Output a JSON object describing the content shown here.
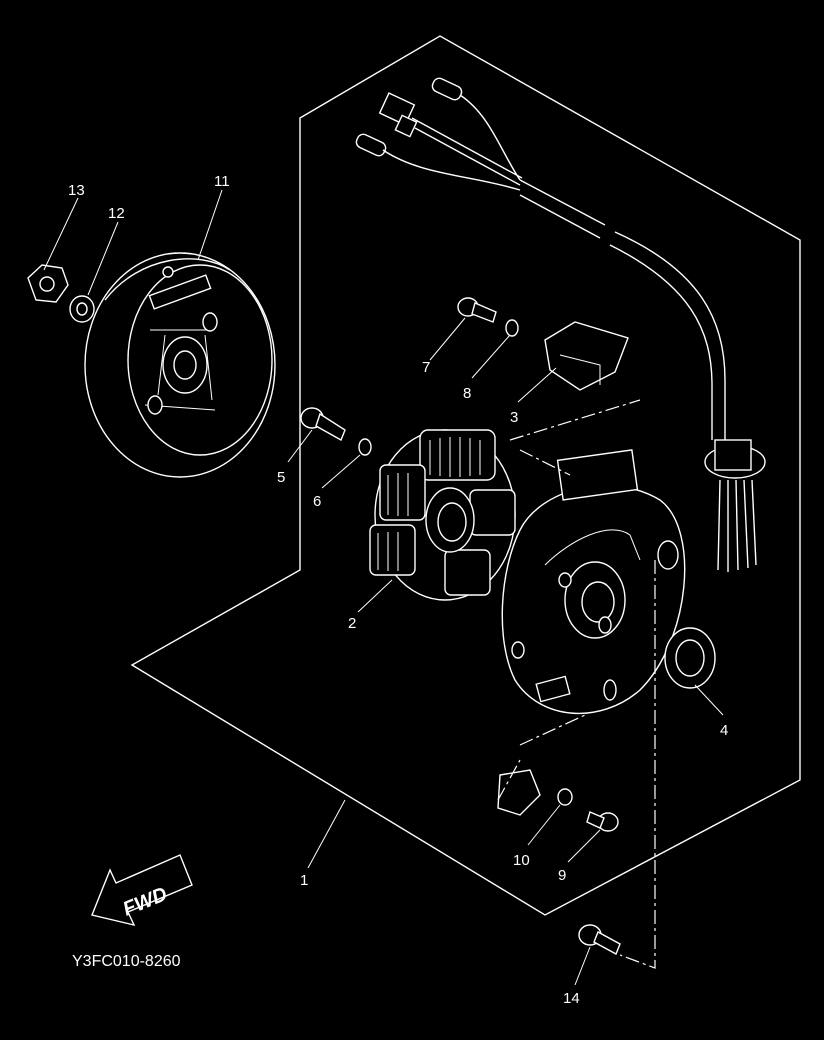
{
  "diagram": {
    "code": "Y3FC010-8260",
    "fwd_label": "FWD",
    "callouts": {
      "c1": "1",
      "c2": "2",
      "c3": "3",
      "c4": "4",
      "c5": "5",
      "c6": "6",
      "c7": "7",
      "c8": "8",
      "c9": "9",
      "c10": "10",
      "c11": "11",
      "c12": "12",
      "c13": "13",
      "c14": "14"
    },
    "colors": {
      "background": "#000000",
      "line": "#ffffff"
    }
  }
}
